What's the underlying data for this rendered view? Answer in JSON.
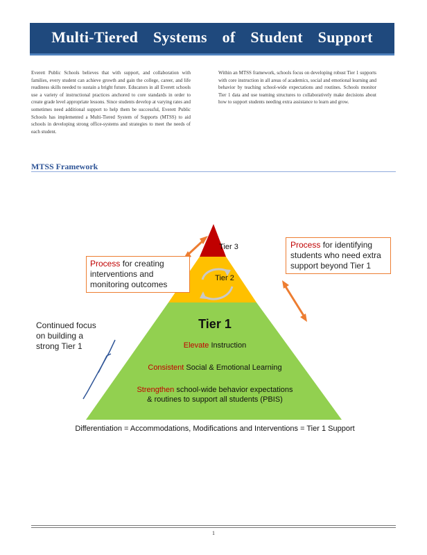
{
  "banner": {
    "title": "Multi-Tiered Systems of Student Support"
  },
  "intro": {
    "left_paragraph": "Everett Public Schools believes that with support, and collaboration with families, every student can achieve growth and gain the college, career, and life readiness skills needed to sustain a bright future. Educators in all Everett schools use a variety of instructional practices anchored to core standards in order to create grade level appropriate lessons. Since students develop at varying rates and sometimes need additional support to help them be successful, Everett Public Schools has implemented a Multi-Tiered System of Supports (MTSS) to aid schools in developing strong office-systems and strategies to meet the needs of each student.",
    "right_paragraph": "Within an MTSS framework, schools focus on developing robust Tier 1 supports with core instruction in all areas of academics, social and emotional learning and behavior by teaching school-wide expectations and routines. Schools monitor Tier 1 data and use teaming structures to collaboratively make decisions about how to support students needing extra assistance to learn and grow."
  },
  "section": {
    "heading": "MTSS Framework"
  },
  "pyramid": {
    "tier3": "Tier 3",
    "tier2": "Tier 2",
    "tier1": "Tier 1",
    "tier1_lines": [
      {
        "accent": "Elevate",
        "rest": " Instruction"
      },
      {
        "accent": "Consistent",
        "rest": " Social & Emotional Learning"
      },
      {
        "accent": "Strengthen",
        "rest": " school-wide behavior expectations"
      }
    ],
    "tier1_last_line": "& routines to support all students (PBIS)",
    "colors": {
      "tier3": "#c00000",
      "tier2": "#ffc000",
      "tier1": "#92d050",
      "arrow": "#ed7d31",
      "brace": "#2f5597"
    }
  },
  "callouts": {
    "left": {
      "accent": "Process",
      "rest": " for creating interventions and monitoring outcomes"
    },
    "right": {
      "accent": "Process",
      "rest": " for identifying students who need extra support beyond Tier 1"
    },
    "focus": "Continued focus on building a strong Tier 1"
  },
  "footnote": "Differentiation = Accommodations, Modifications and Interventions = Tier 1 Support",
  "footer": {
    "page_number": "1"
  }
}
